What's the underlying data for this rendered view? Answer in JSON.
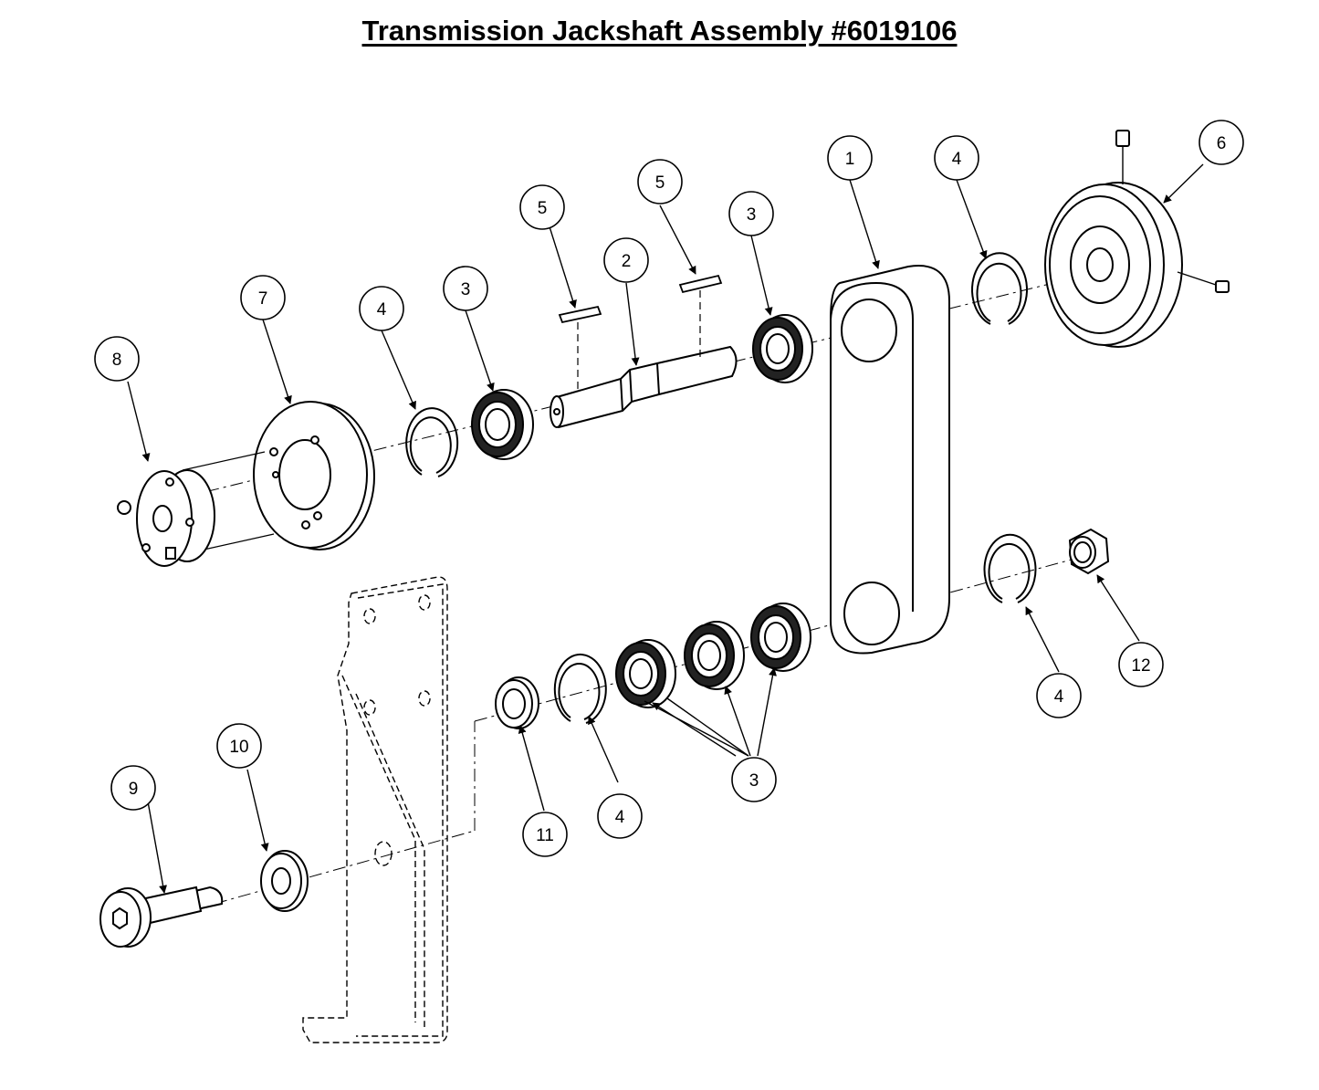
{
  "title": "Transmission Jackshaft Assembly #6019106",
  "balloons": [
    {
      "id": "b-1",
      "label": "1"
    },
    {
      "id": "b-2",
      "label": "2"
    },
    {
      "id": "b-3a",
      "label": "3"
    },
    {
      "id": "b-3b",
      "label": "3"
    },
    {
      "id": "b-3c",
      "label": "3"
    },
    {
      "id": "b-4a",
      "label": "4"
    },
    {
      "id": "b-4b",
      "label": "4"
    },
    {
      "id": "b-4c",
      "label": "4"
    },
    {
      "id": "b-4d",
      "label": "4"
    },
    {
      "id": "b-5a",
      "label": "5"
    },
    {
      "id": "b-5b",
      "label": "5"
    },
    {
      "id": "b-6",
      "label": "6"
    },
    {
      "id": "b-7",
      "label": "7"
    },
    {
      "id": "b-8",
      "label": "8"
    },
    {
      "id": "b-9",
      "label": "9"
    },
    {
      "id": "b-10",
      "label": "10"
    },
    {
      "id": "b-11",
      "label": "11"
    },
    {
      "id": "b-12",
      "label": "12"
    }
  ]
}
